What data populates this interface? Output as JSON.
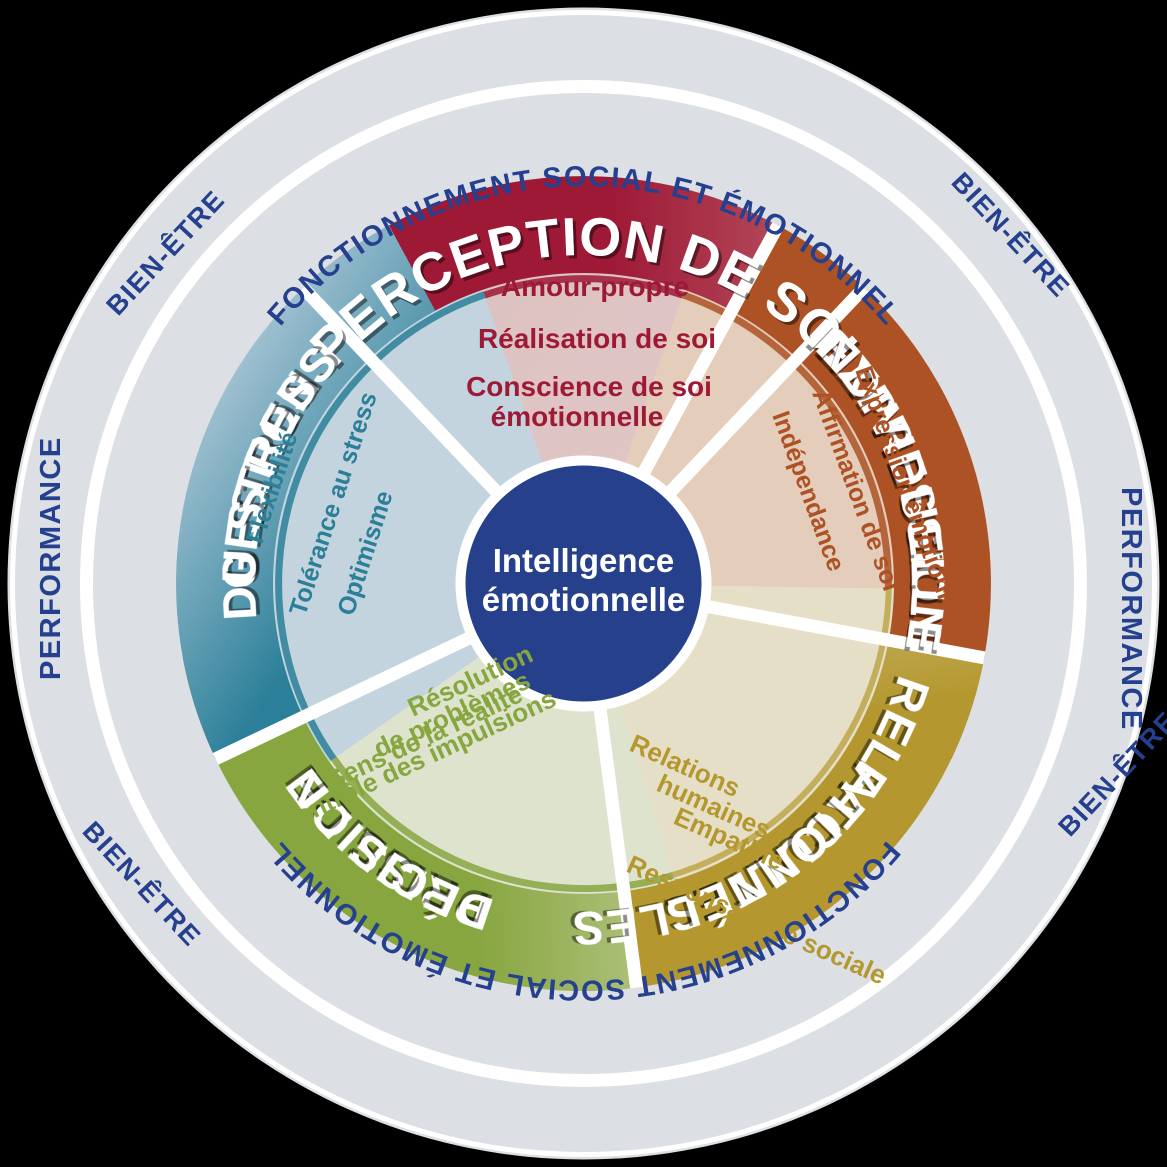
{
  "diagram": {
    "title": "Intelligence émotionnelle",
    "center": {
      "line1": "Intelligence",
      "line2": "émotionnelle",
      "color": "#26408b"
    },
    "outer_ring": {
      "background": "#dcdfe3",
      "text_color": "#24408e",
      "labels": {
        "top": "FONCTIONNEMENT SOCIAL ET ÉMOTIONNEL",
        "bottom": "FONCTIONNEMENT SOCIAL ET ÉMOTIONNEL",
        "left": "PERFORMANCE",
        "right": "PERFORMANCE",
        "top_left": "BIEN-ÊTRE",
        "top_right": "BIEN-ÊTRE",
        "bottom_left": "BIEN-ÊTRE",
        "bottom_right": "BIEN-ÊTRE"
      }
    },
    "segments": [
      {
        "id": "perception-de-soi",
        "title": "PERCEPTION DE SOI",
        "title_line1": "PERCEPTION DE SOI",
        "outer_color_dark": "#9e1936",
        "outer_color_light": "#bd5f6b",
        "inner_color": "#ddc0c0",
        "sub_text_color": "#9e1936",
        "sub_items": [
          "Amour-propre",
          "Réalisation de soi",
          "Conscience de soi",
          "émotionnelle"
        ]
      },
      {
        "id": "expression-individuelle",
        "title": "EXPRESSION INDIVIDUELLE",
        "title_line1": "EXPRESSION",
        "title_line2": "INDIVIDUELLE",
        "outer_color_dark": "#ad5225",
        "outer_color_light": "#cf9783",
        "inner_color": "#e3cbba",
        "sub_text_color": "#ad5225",
        "sub_items": [
          "Expression émotionnelle",
          "Affirmation de soi",
          "Indépendance"
        ]
      },
      {
        "id": "facultes-relationnelles",
        "title": "FACULTÉS RELATIONNELLES",
        "title_line1": "FACULTÉS",
        "title_line2": "RELATIONNELLES",
        "outer_color_dark": "#b4982f",
        "outer_color_light": "#ded0a6",
        "inner_color": "#e6dfc7",
        "sub_text_color": "#b4982f",
        "sub_items": [
          "Relations",
          "humaines",
          "Empathie",
          "Responsabilité sociale"
        ]
      },
      {
        "id": "prise-de-decision",
        "title": "PRISE DE DÉCISION",
        "title_line1": "PRISE DE",
        "title_line2": "DÉCISION",
        "outer_color_dark": "#87a640",
        "outer_color_light": "#cbd4a6",
        "inner_color": "#dee3cd",
        "sub_text_color": "#87a640",
        "sub_items": [
          "Résolution",
          "de problèmes",
          "Sens de la réalité",
          "Contrôle des impulsions"
        ]
      },
      {
        "id": "gestion-du-stress",
        "title": "GESTION DU STRESS",
        "title_line1": "GESTION",
        "title_line2": "DU STRESS",
        "outer_color_dark": "#2b7f99",
        "outer_color_light": "#a6c4d4",
        "inner_color": "#c4d4de",
        "sub_text_color": "#2b7f99",
        "sub_items": [
          "Flexibilité",
          "Tolérance au stress",
          "Optimisme"
        ]
      }
    ]
  }
}
